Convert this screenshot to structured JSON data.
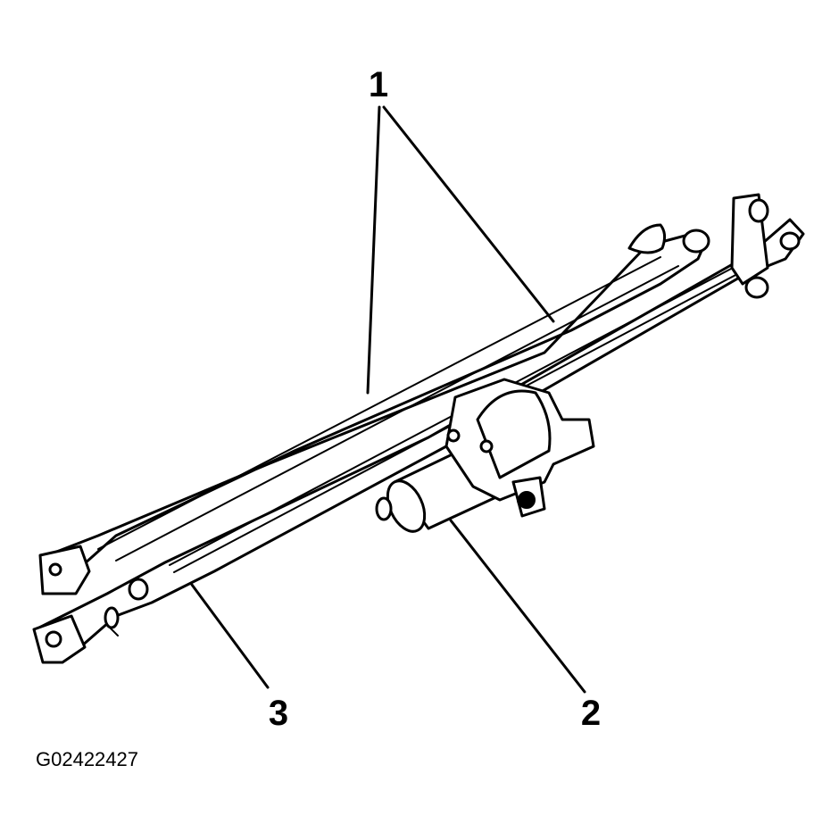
{
  "diagram": {
    "callouts": {
      "one": "1",
      "two": "2",
      "three": "3"
    },
    "figure_id": "G02422427"
  }
}
